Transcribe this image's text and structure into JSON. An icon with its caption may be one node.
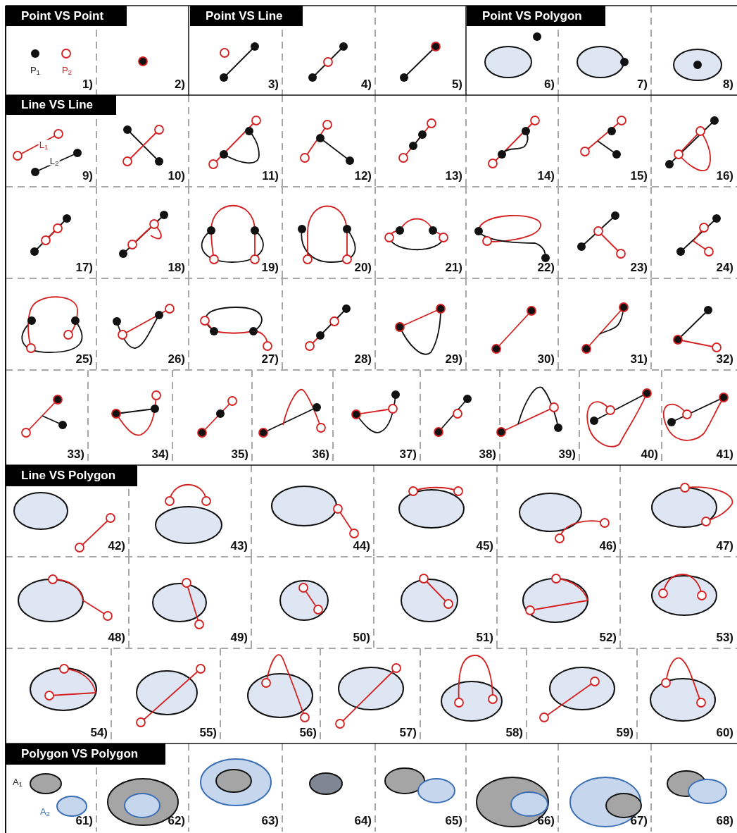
{
  "diagram": {
    "nodes": [
      {
        "text": [
          "Point VS Point"
        ]
      },
      {
        "text": [
          "Point VS Line"
        ]
      },
      {
        "text": [
          "Point VS Polygon"
        ]
      },
      {
        "text": [
          "Line VS Line"
        ]
      },
      {
        "text": [
          "Line VS Polygon"
        ]
      },
      {
        "text": [
          "Polygon VS Polygon"
        ]
      }
    ],
    "labels": [
      "P$_{1}$",
      "P$_{2}$",
      "1)",
      "2)",
      "3)",
      "4)",
      "5)",
      "6)",
      "7)",
      "8)",
      "L$_{1}$",
      "L$_{2}$",
      "9)",
      "10)",
      "11)",
      "12)",
      "13)",
      "14)",
      "15)",
      "16)",
      "17)",
      "18)",
      "19)",
      "20)",
      "21)",
      "22)",
      "23)",
      "24)",
      "25)",
      "26)",
      "27)",
      "28)",
      "29)",
      "30)",
      "31)",
      "32)",
      "33)",
      "34)",
      "35)",
      "36)",
      "37)",
      "38)",
      "39)",
      "40)",
      "41)",
      "42)",
      "43)",
      "44)",
      "45)",
      "46)",
      "47)",
      "48)",
      "49)",
      "50)",
      "51)",
      "52)",
      "53)",
      "54)",
      "55)",
      "56)",
      "57)",
      "58)",
      "59)",
      "60)",
      "A$_{1}$",
      "A$_{2}$",
      "61)",
      "62)",
      "63)",
      "64)",
      "65)",
      "66)",
      "67)",
      "68)"
    ]
  }
}
